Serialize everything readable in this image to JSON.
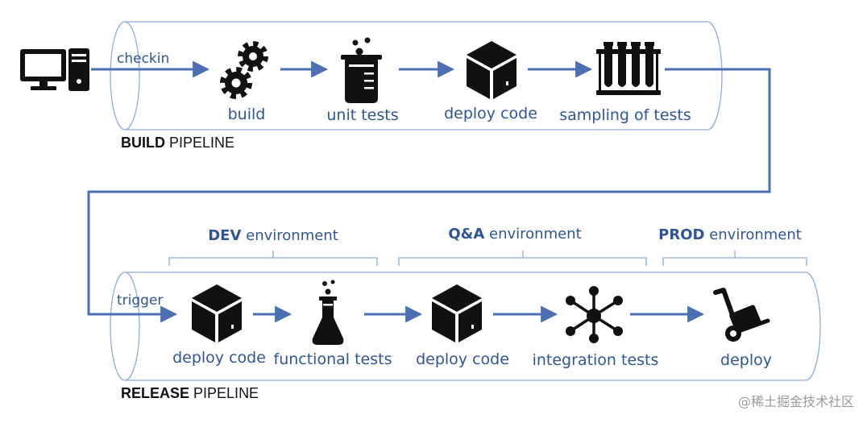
{
  "build_pipeline": {
    "title_bold": "BUILD",
    "title_rest": " PIPELINE",
    "checkin_label": "checkin",
    "stages": [
      {
        "label": "build",
        "icon": "gears-icon"
      },
      {
        "label": "unit tests",
        "icon": "beaker-icon"
      },
      {
        "label": "deploy code",
        "icon": "box-icon"
      },
      {
        "label": "sampling of tests",
        "icon": "test-tubes-icon"
      }
    ]
  },
  "release_pipeline": {
    "title_bold": "RELEASE",
    "title_rest": " PIPELINE",
    "trigger_label": "trigger",
    "stages": [
      {
        "label": "deploy code",
        "icon": "box-icon"
      },
      {
        "label": "functional tests",
        "icon": "flask-icon"
      },
      {
        "label": "deploy code",
        "icon": "box-icon"
      },
      {
        "label": "integration tests",
        "icon": "network-icon"
      },
      {
        "label": "deploy",
        "icon": "hand-truck-icon"
      }
    ]
  },
  "environments": [
    {
      "bold": "DEV",
      "rest": " environment"
    },
    {
      "bold": "Q&A",
      "rest": " environment"
    },
    {
      "bold": "PROD",
      "rest": " environment"
    }
  ],
  "watermark": "@稀土掘金技术社区",
  "colors": {
    "accent": "#4a6fb5",
    "text": "#2f5597",
    "icon": "#111111",
    "tube": "#8faadc"
  }
}
